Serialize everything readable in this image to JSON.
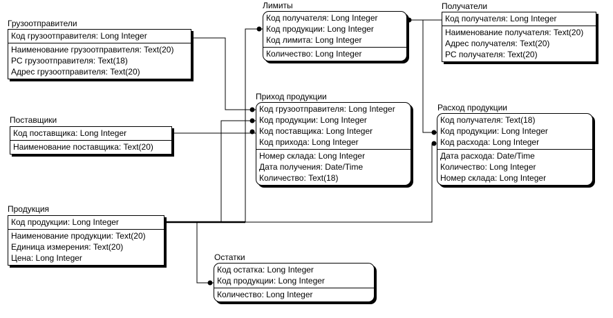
{
  "entities": {
    "gruzootpraviteli": {
      "title": "Грузоотправители",
      "keys": [
        "Код грузоотправителя: Long Integer"
      ],
      "attrs": [
        "Наименование грузоотправителя: Text(20)",
        "РС грузоотправителя: Text(18)",
        "Адрес грузоотправителя: Text(20)"
      ]
    },
    "postavshiki": {
      "title": "Поставщики",
      "keys": [
        "Код поставщика: Long Integer"
      ],
      "attrs": [
        "Наименование поставщика: Text(20)"
      ]
    },
    "produkciya": {
      "title": "Продукция",
      "keys": [
        "Код продукции: Long Integer"
      ],
      "attrs": [
        "Наименование продукции: Text(20)",
        "Единица измерения: Text(20)",
        "Цена: Long Integer"
      ]
    },
    "limity": {
      "title": "Лимиты",
      "keys": [
        "Код получателя: Long Integer",
        "Код продукции: Long Integer",
        "Код лимита: Long Integer"
      ],
      "attrs": [
        "Количество: Long Integer"
      ]
    },
    "poluchateli": {
      "title": "Получатели",
      "keys": [
        "Код получателя: Long Integer"
      ],
      "attrs": [
        "Наименование получателя: Text(20)",
        "Адрес получателя: Text(20)",
        "РС получателя: Text(20)"
      ]
    },
    "prihod": {
      "title": "Приход продукции",
      "keys": [
        "Код грузоотправителя: Long Integer",
        "Код продукции: Long Integer",
        "Код поставщика: Long Integer",
        "Код прихода: Long Integer"
      ],
      "attrs": [
        "Номер склада: Long Integer",
        "Дата получения: Date/Time",
        "Количество: Text(18)"
      ]
    },
    "rashod": {
      "title": "Расход продукции",
      "keys": [
        "Код получателя: Text(18)",
        "Код продукции: Long Integer",
        "Код расхода: Long Integer"
      ],
      "attrs": [
        "Дата расхода: Date/Time",
        "Количество: Long Integer",
        "Номер склада: Long Integer"
      ]
    },
    "ostatki": {
      "title": "Остатки",
      "keys": [
        "Код остатка: Long Integer",
        "Код продукции: Long Integer"
      ],
      "attrs": [
        "Количество: Long Integer"
      ]
    }
  }
}
